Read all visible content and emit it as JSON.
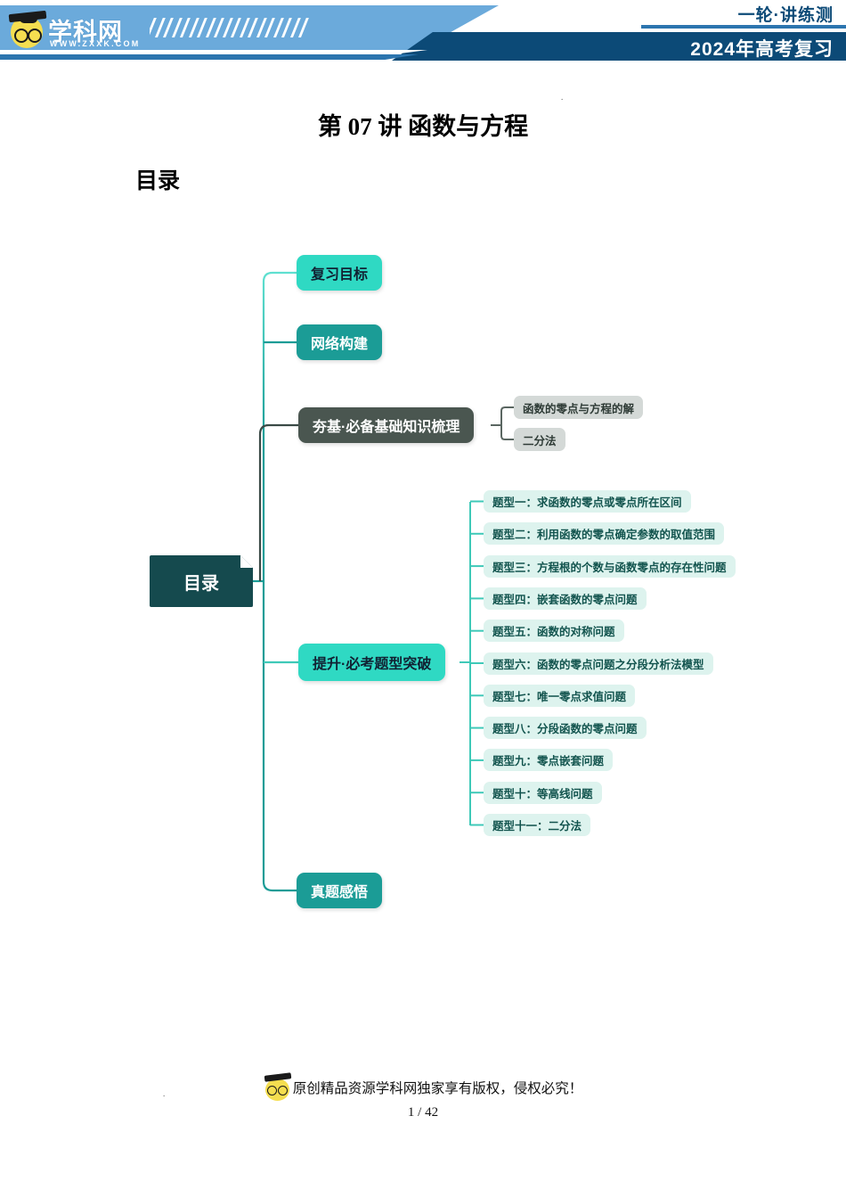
{
  "header": {
    "logo_text": "学科网",
    "logo_url": "WWW.ZXXK.COM",
    "top_label": "一轮·讲练测",
    "bottom_label": "2024年高考复习"
  },
  "document": {
    "title": "第 07 讲  函数与方程",
    "toc_label": "目录"
  },
  "mindmap": {
    "center": "目录",
    "branches": [
      {
        "label": "复习目标",
        "color": "#2FD9C3",
        "text_color": "#112233"
      },
      {
        "label": "网络构建",
        "color": "#1B9C96",
        "text_color": "#ffffff"
      },
      {
        "label": "夯基·必备基础知识梳理",
        "color": "#4A5650",
        "text_color": "#ffffff"
      },
      {
        "label": "提升·必考题型突破",
        "color": "#2FD9C3",
        "text_color": "#112233"
      },
      {
        "label": "真题感悟",
        "color": "#1B9C96",
        "text_color": "#ffffff"
      }
    ],
    "base_children": [
      "函数的零点与方程的解",
      "二分法"
    ],
    "question_types": [
      "题型一：求函数的零点或零点所在区间",
      "题型二：利用函数的零点确定参数的取值范围",
      "题型三：方程根的个数与函数零点的存在性问题",
      "题型四：嵌套函数的零点问题",
      "题型五：函数的对称问题",
      "题型六：函数的零点问题之分段分析法模型",
      "题型七：唯一零点求值问题",
      "题型八：分段函数的零点问题",
      "题型九：零点嵌套问题",
      "题型十：等高线问题",
      "题型十一：二分法"
    ]
  },
  "footer": {
    "copyright": "原创精品资源学科网独家享有版权，侵权必究！",
    "page": "1 / 42"
  },
  "colors": {
    "header_light_blue": "#6BAADB",
    "header_navy": "#0C4A77",
    "header_rule_blue": "#2C75AF",
    "logo_yellow": "#F5DE50",
    "teal_bright": "#2FD9C3",
    "teal_dark": "#1B9C96",
    "slate": "#4A5650",
    "center_dark": "#154A4E",
    "pill_mint": "#DDF3EE",
    "pill_gray": "#D4D9D7"
  }
}
